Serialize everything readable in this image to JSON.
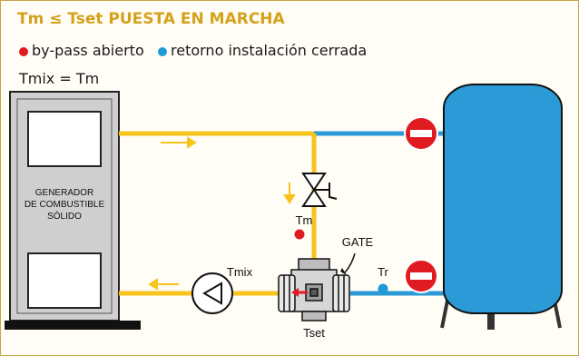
{
  "title": "Tm ≤ Tset PUESTA EN MARCHA",
  "legend": [
    {
      "label": "by-pass abierto",
      "color": "#e11b22"
    },
    {
      "label": "retorno instalación cerrada",
      "color": "#1e9ad6"
    }
  ],
  "subtitle": "Tmix = Tm",
  "labels": {
    "generator": [
      "GENERADOR",
      "DE COMBUSTIBLE",
      "SÓLIDO"
    ],
    "tm": "Tm",
    "tmix": "Tmix",
    "gate": "GATE",
    "tr": "Tr",
    "tset": "Tset"
  },
  "colors": {
    "hot_pipe": "#f7c31c",
    "cold_pipe": "#2b9ad6",
    "tank": "#2b9ad6",
    "stop_sign": "#e11b22",
    "frame": "#c8a44a"
  }
}
